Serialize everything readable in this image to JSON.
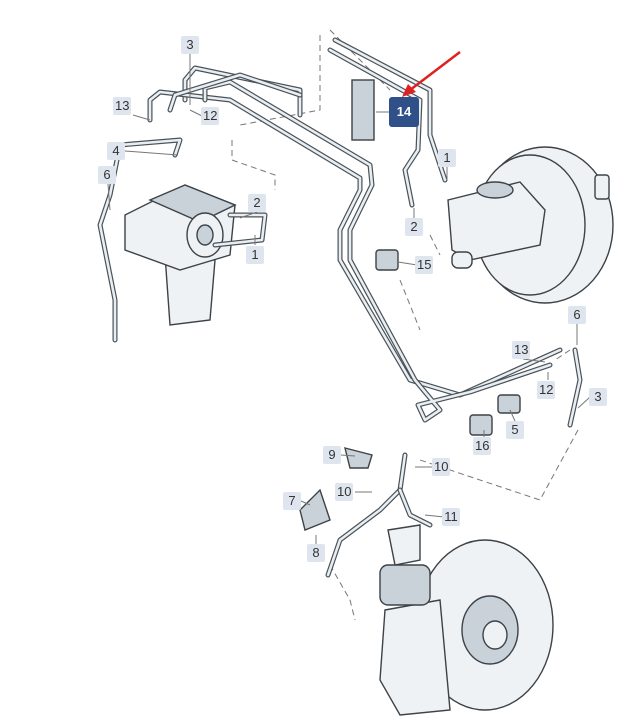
{
  "diagram": {
    "highlight_color": "#2f5088",
    "arrow_color": "#e02020",
    "labels": [
      {
        "id": "label-3-top",
        "text": "3"
      },
      {
        "id": "label-13-left",
        "text": "13"
      },
      {
        "id": "label-12-left",
        "text": "12"
      },
      {
        "id": "label-4",
        "text": "4"
      },
      {
        "id": "label-6-left",
        "text": "6"
      },
      {
        "id": "label-2-abs",
        "text": "2"
      },
      {
        "id": "label-1-abs",
        "text": "1"
      },
      {
        "id": "label-14",
        "text": "14"
      },
      {
        "id": "label-1-master",
        "text": "1"
      },
      {
        "id": "label-2-master",
        "text": "2"
      },
      {
        "id": "label-15",
        "text": "15"
      },
      {
        "id": "label-6-right",
        "text": "6"
      },
      {
        "id": "label-13-right",
        "text": "13"
      },
      {
        "id": "label-12-right",
        "text": "12"
      },
      {
        "id": "label-3-right",
        "text": "3"
      },
      {
        "id": "label-5",
        "text": "5"
      },
      {
        "id": "label-16",
        "text": "16"
      },
      {
        "id": "label-9",
        "text": "9"
      },
      {
        "id": "label-10-right",
        "text": "10"
      },
      {
        "id": "label-7",
        "text": "7"
      },
      {
        "id": "label-10-left",
        "text": "10"
      },
      {
        "id": "label-11",
        "text": "11"
      },
      {
        "id": "label-8",
        "text": "8"
      }
    ]
  }
}
